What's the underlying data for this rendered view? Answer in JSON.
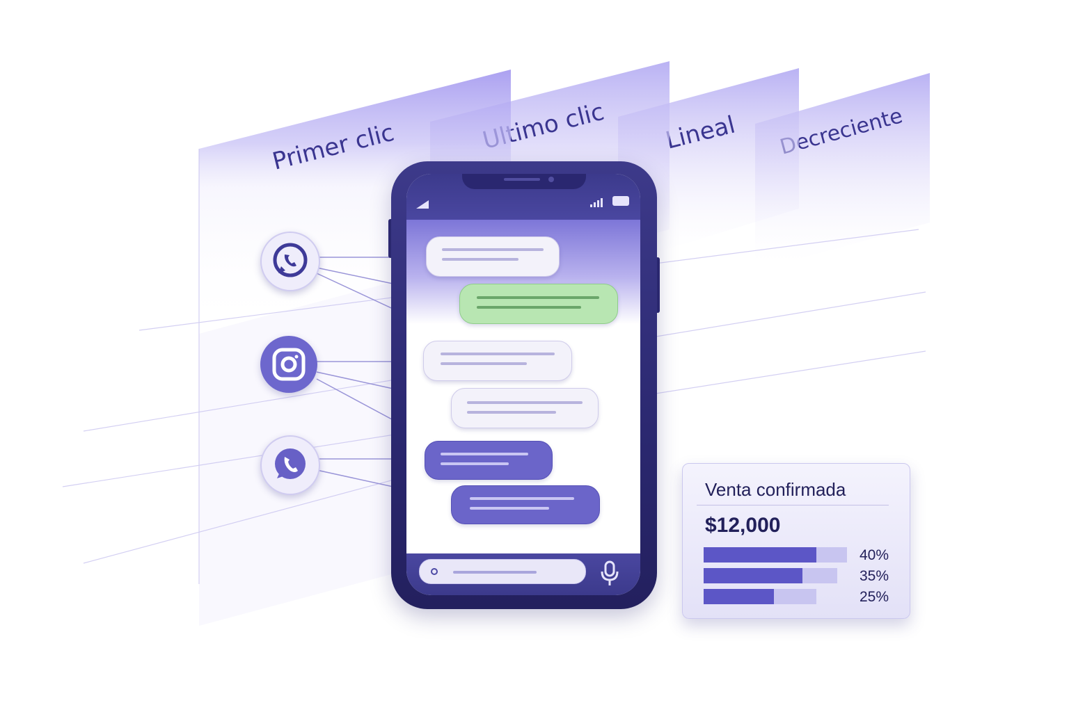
{
  "panels": [
    {
      "label": "Primer clic"
    },
    {
      "label": "Ultimo clic"
    },
    {
      "label": "Lineal"
    },
    {
      "label": "Decreciente"
    }
  ],
  "sources": [
    {
      "icon": "whatsapp-icon"
    },
    {
      "icon": "instagram-icon"
    },
    {
      "icon": "phone-call-icon"
    }
  ],
  "phone": {
    "messages": [
      {
        "style": "white"
      },
      {
        "style": "green"
      },
      {
        "style": "white"
      },
      {
        "style": "white"
      },
      {
        "style": "purple"
      },
      {
        "style": "purple"
      }
    ]
  },
  "sale": {
    "title": "Venta confirmada",
    "amount": "$12,000",
    "bars": [
      {
        "label": "40%",
        "value": 0.4
      },
      {
        "label": "35%",
        "value": 0.35
      },
      {
        "label": "25%",
        "value": 0.25
      }
    ]
  },
  "colors": {
    "accent": "#5c56c6",
    "dark": "#2b2870",
    "panel": "#b9b0f0",
    "green": "#b8e6b2"
  }
}
